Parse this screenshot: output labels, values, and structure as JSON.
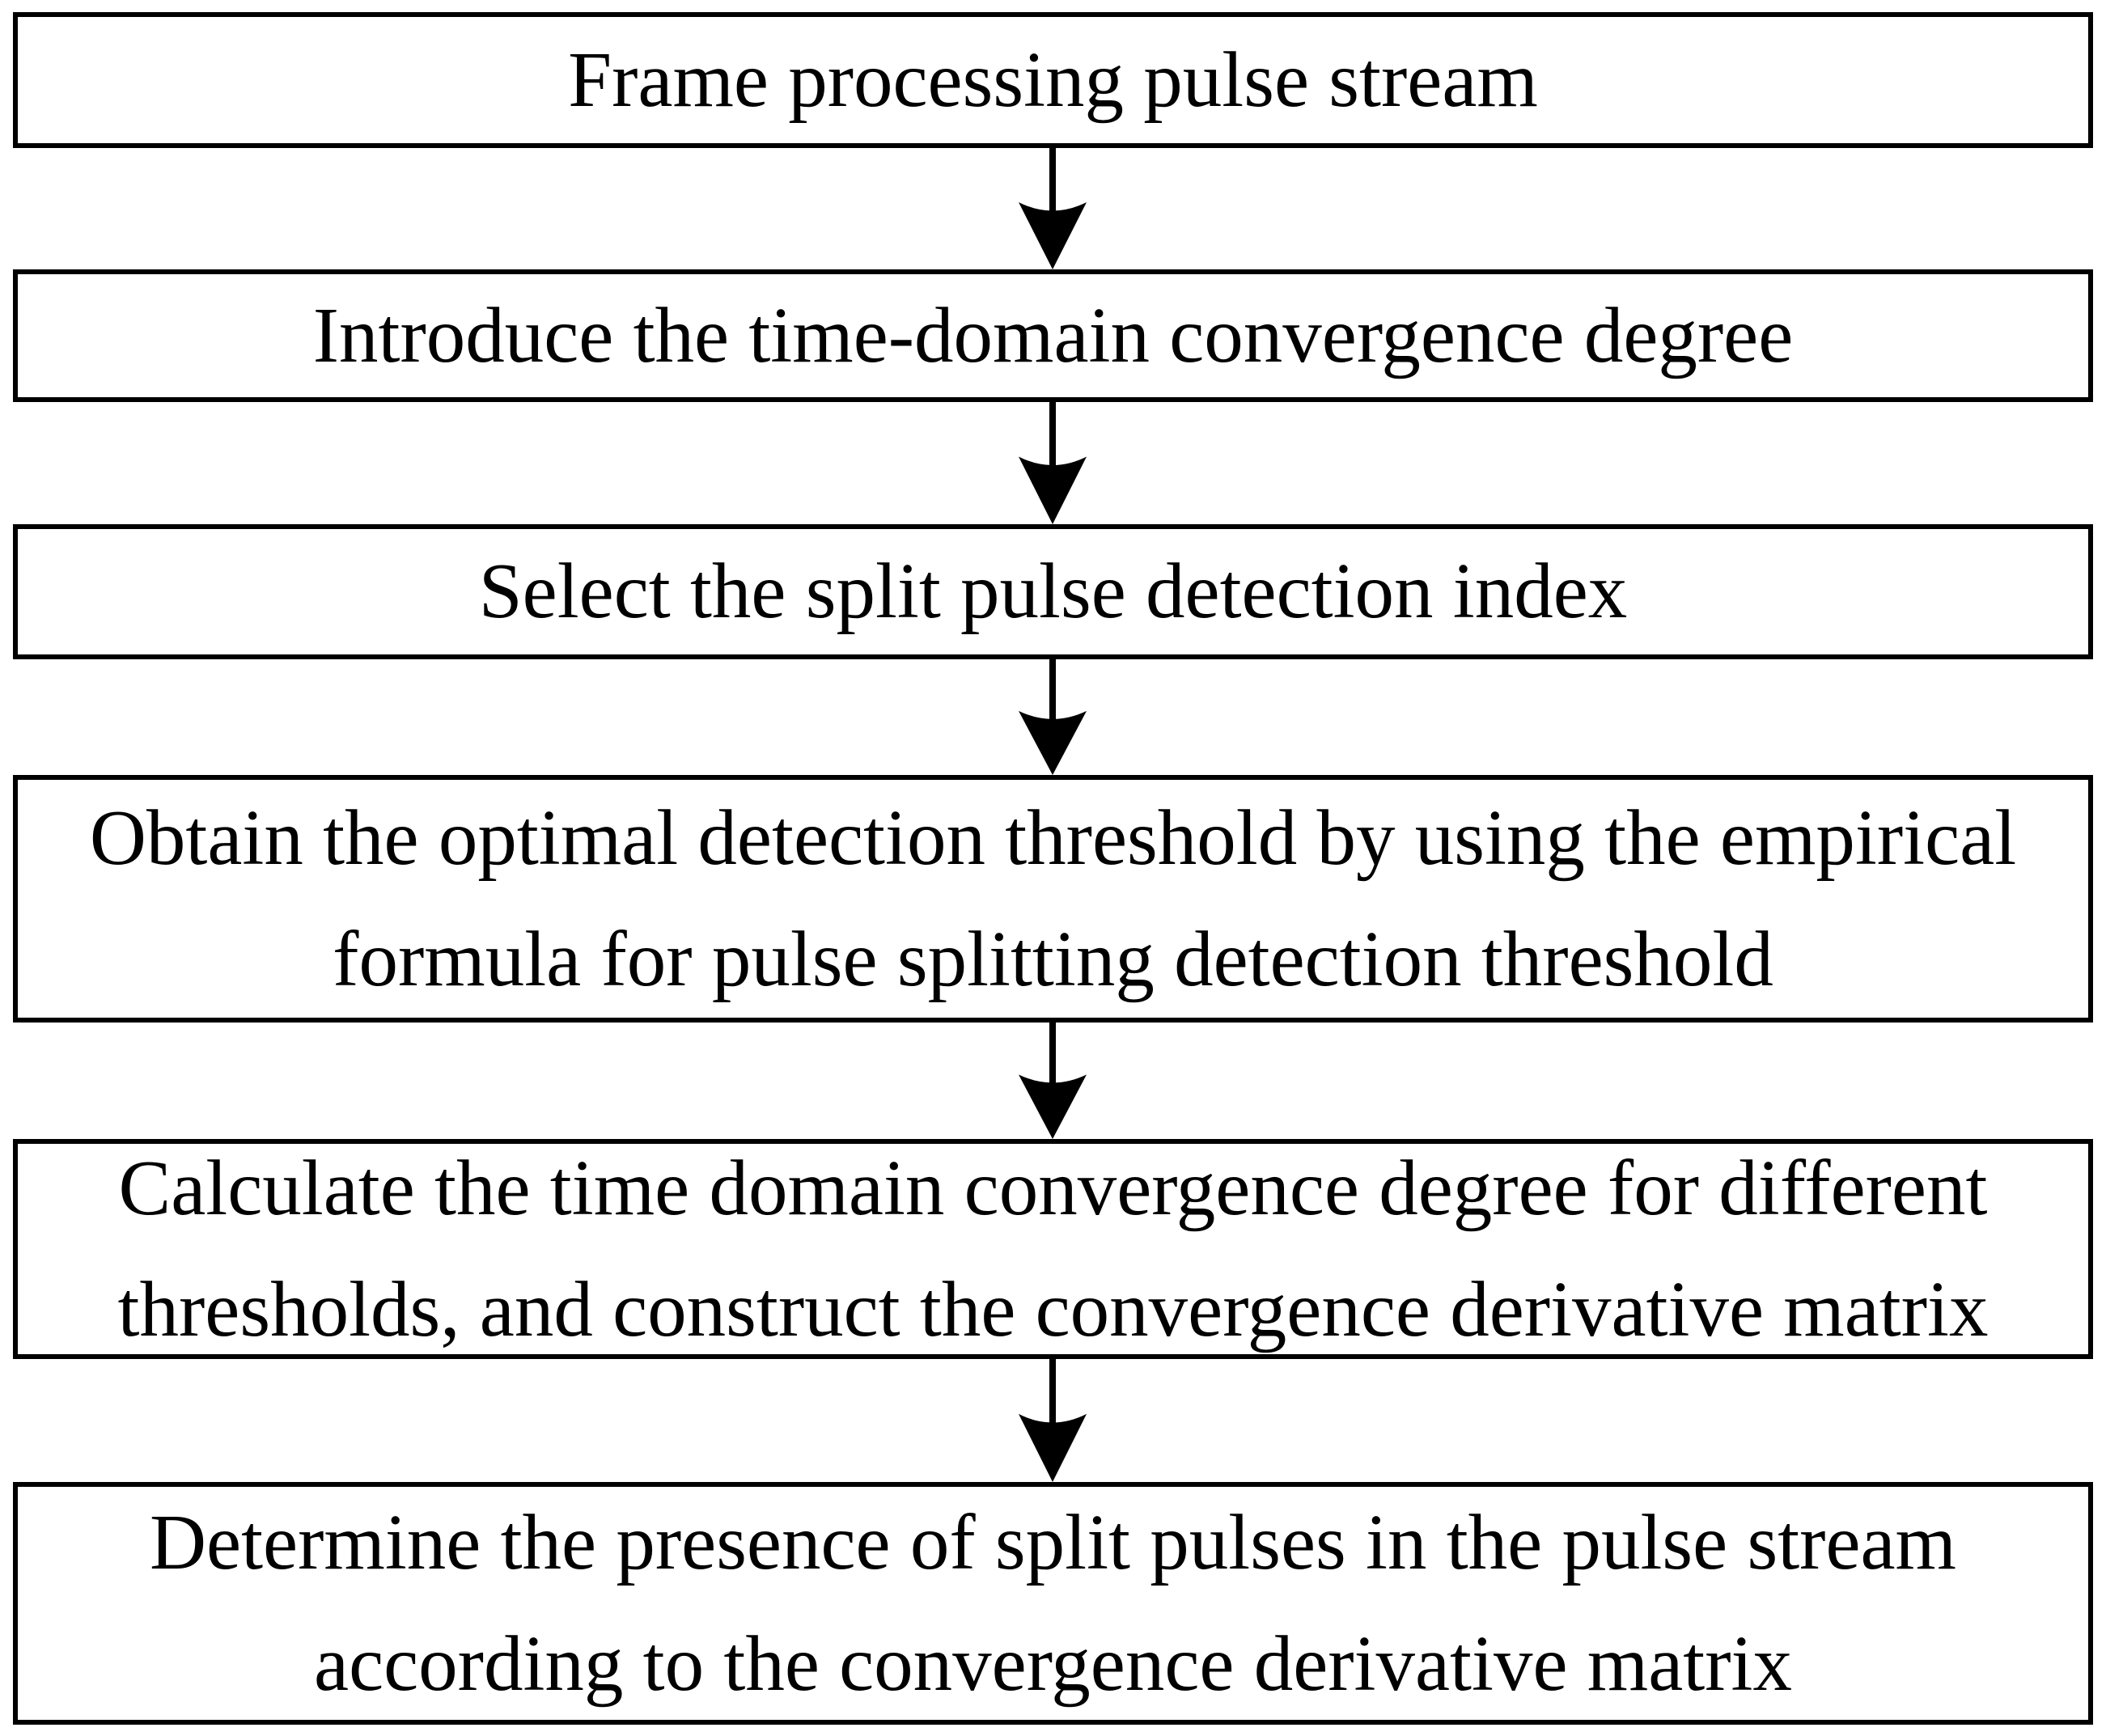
{
  "diagram": {
    "type": "flowchart",
    "direction": "top-down",
    "connector_icon": "arrow-down-icon",
    "colors": {
      "border": "#000000",
      "background": "#ffffff",
      "text": "#000000"
    },
    "steps": [
      {
        "text": "Frame processing pulse stream"
      },
      {
        "text": "Introduce the time-domain convergence degree"
      },
      {
        "text": "Select the split pulse detection index"
      },
      {
        "text": "Obtain the optimal detection threshold by using the empirical\nformula for pulse splitting detection threshold"
      },
      {
        "text": "Calculate the time domain convergence degree for different\nthresholds, and construct the convergence derivative matrix"
      },
      {
        "text": "Determine the presence of split pulses in the pulse stream\naccording to the convergence derivative matrix"
      }
    ]
  }
}
